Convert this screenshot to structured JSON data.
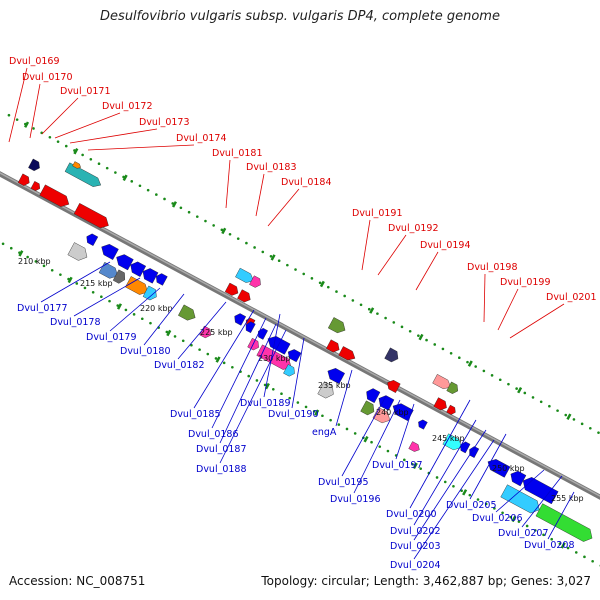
{
  "title": "Desulfovibrio vulgaris subsp. vulgaris DP4, complete genome",
  "accession": "Accession: NC_008751",
  "meta": "Topology: circular; Length: 3,462,887 bp; Genes: 3,027",
  "colors": {
    "label_top": "#dd0000",
    "label_bottom": "#0000cc",
    "backbone": "#888888",
    "tick": "#1a8a1a"
  },
  "kbp_labels": [
    "210 kbp",
    "215 kbp",
    "220 kbp",
    "225 kbp",
    "230 kbp",
    "235 kbp",
    "240 kbp",
    "245 kbp",
    "250 kbp",
    "255 kbp"
  ],
  "top_genes": [
    "Dvul_0169",
    "Dvul_0170",
    "Dvul_0171",
    "Dvul_0172",
    "Dvul_0173",
    "Dvul_0174",
    "Dvul_0181",
    "Dvul_0183",
    "Dvul_0184",
    "Dvul_0191",
    "Dvul_0192",
    "Dvul_0194",
    "Dvul_0198",
    "Dvul_0199",
    "Dvul_0201"
  ],
  "bottom_genes": [
    "Dvul_0177",
    "Dvul_0178",
    "Dvul_0179",
    "Dvul_0180",
    "Dvul_0182",
    "Dvul_0185",
    "Dvul_0186",
    "Dvul_0187",
    "Dvul_0188",
    "Dvul_0189",
    "Dvul_0190",
    "engA",
    "Dvul_0195",
    "Dvul_0196",
    "Dvul_0197",
    "Dvul_0200",
    "Dvul_0202",
    "Dvul_0203",
    "Dvul_0204",
    "Dvul_0205",
    "Dvul_0206",
    "Dvul_0207",
    "Dvul_0208"
  ]
}
